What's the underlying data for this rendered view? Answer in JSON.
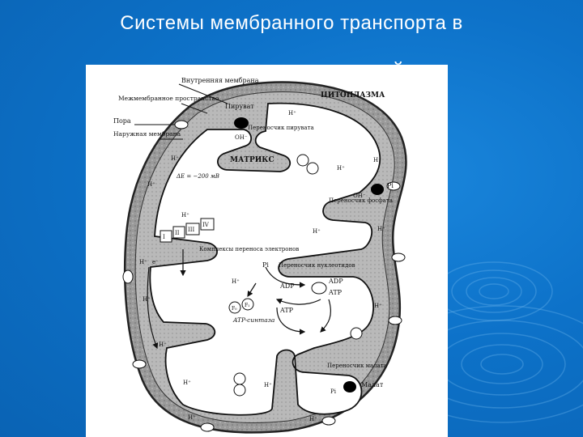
{
  "slide": {
    "title_line1": "Системы мембранного транспорта в",
    "title_line2": "митохондриях растений"
  },
  "diagram": {
    "labels": {
      "inner_membrane": "Внутренняя мембрана",
      "intermembrane_space": "Межмембранное пространство",
      "pore": "Пора",
      "outer_membrane": "Наружная мембрана",
      "cytoplasm": "ЦИТОПЛАЗМА",
      "matrix": "МАТРИКС",
      "delta_e": "ΔE = −200 мВ",
      "pyruvate": "Пируват",
      "pyruvate_carrier": "Переносчик пирувата",
      "oh_1": "OH⁻",
      "oh_2": "OH⁻",
      "phosphate_carrier": "Переносчик фосфата",
      "pi_right": "Pi",
      "pi_center": "Pi",
      "complexes": "Комплексы переноса электронов",
      "nucleotide_carrier": "Переносчик нуклеотидов",
      "adp_in": "ADP",
      "adp_out": "ADP",
      "atp_in": "ATP",
      "atp_out": "ATP",
      "atp_synthase": "ATP-синтаза",
      "malate_carrier": "Переносчик малата",
      "malate": "Малат",
      "pi_malate": "Pi",
      "proton": "H⁺",
      "f1": "F₁",
      "f0": "F₀",
      "complex_1": "I",
      "complex_2": "II",
      "complex_3": "III",
      "complex_4": "IV",
      "e_minus": "e⁻"
    }
  }
}
